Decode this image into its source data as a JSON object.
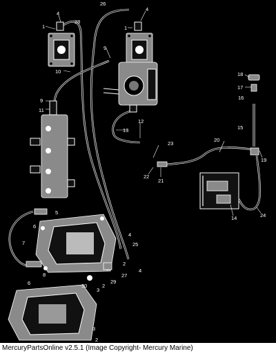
{
  "diagram": {
    "callouts": [
      "1",
      "2",
      "3",
      "4",
      "5",
      "6",
      "7",
      "8",
      "9",
      "10",
      "11",
      "12",
      "13",
      "14",
      "15",
      "16",
      "17",
      "18",
      "19",
      "20",
      "21",
      "22",
      "23",
      "24",
      "25",
      "26",
      "27",
      "28",
      "29",
      "30"
    ]
  },
  "footer": {
    "caption": "MercuryPartsOnline v2.5.1 (Image Copyright- Mercury Marine)"
  }
}
